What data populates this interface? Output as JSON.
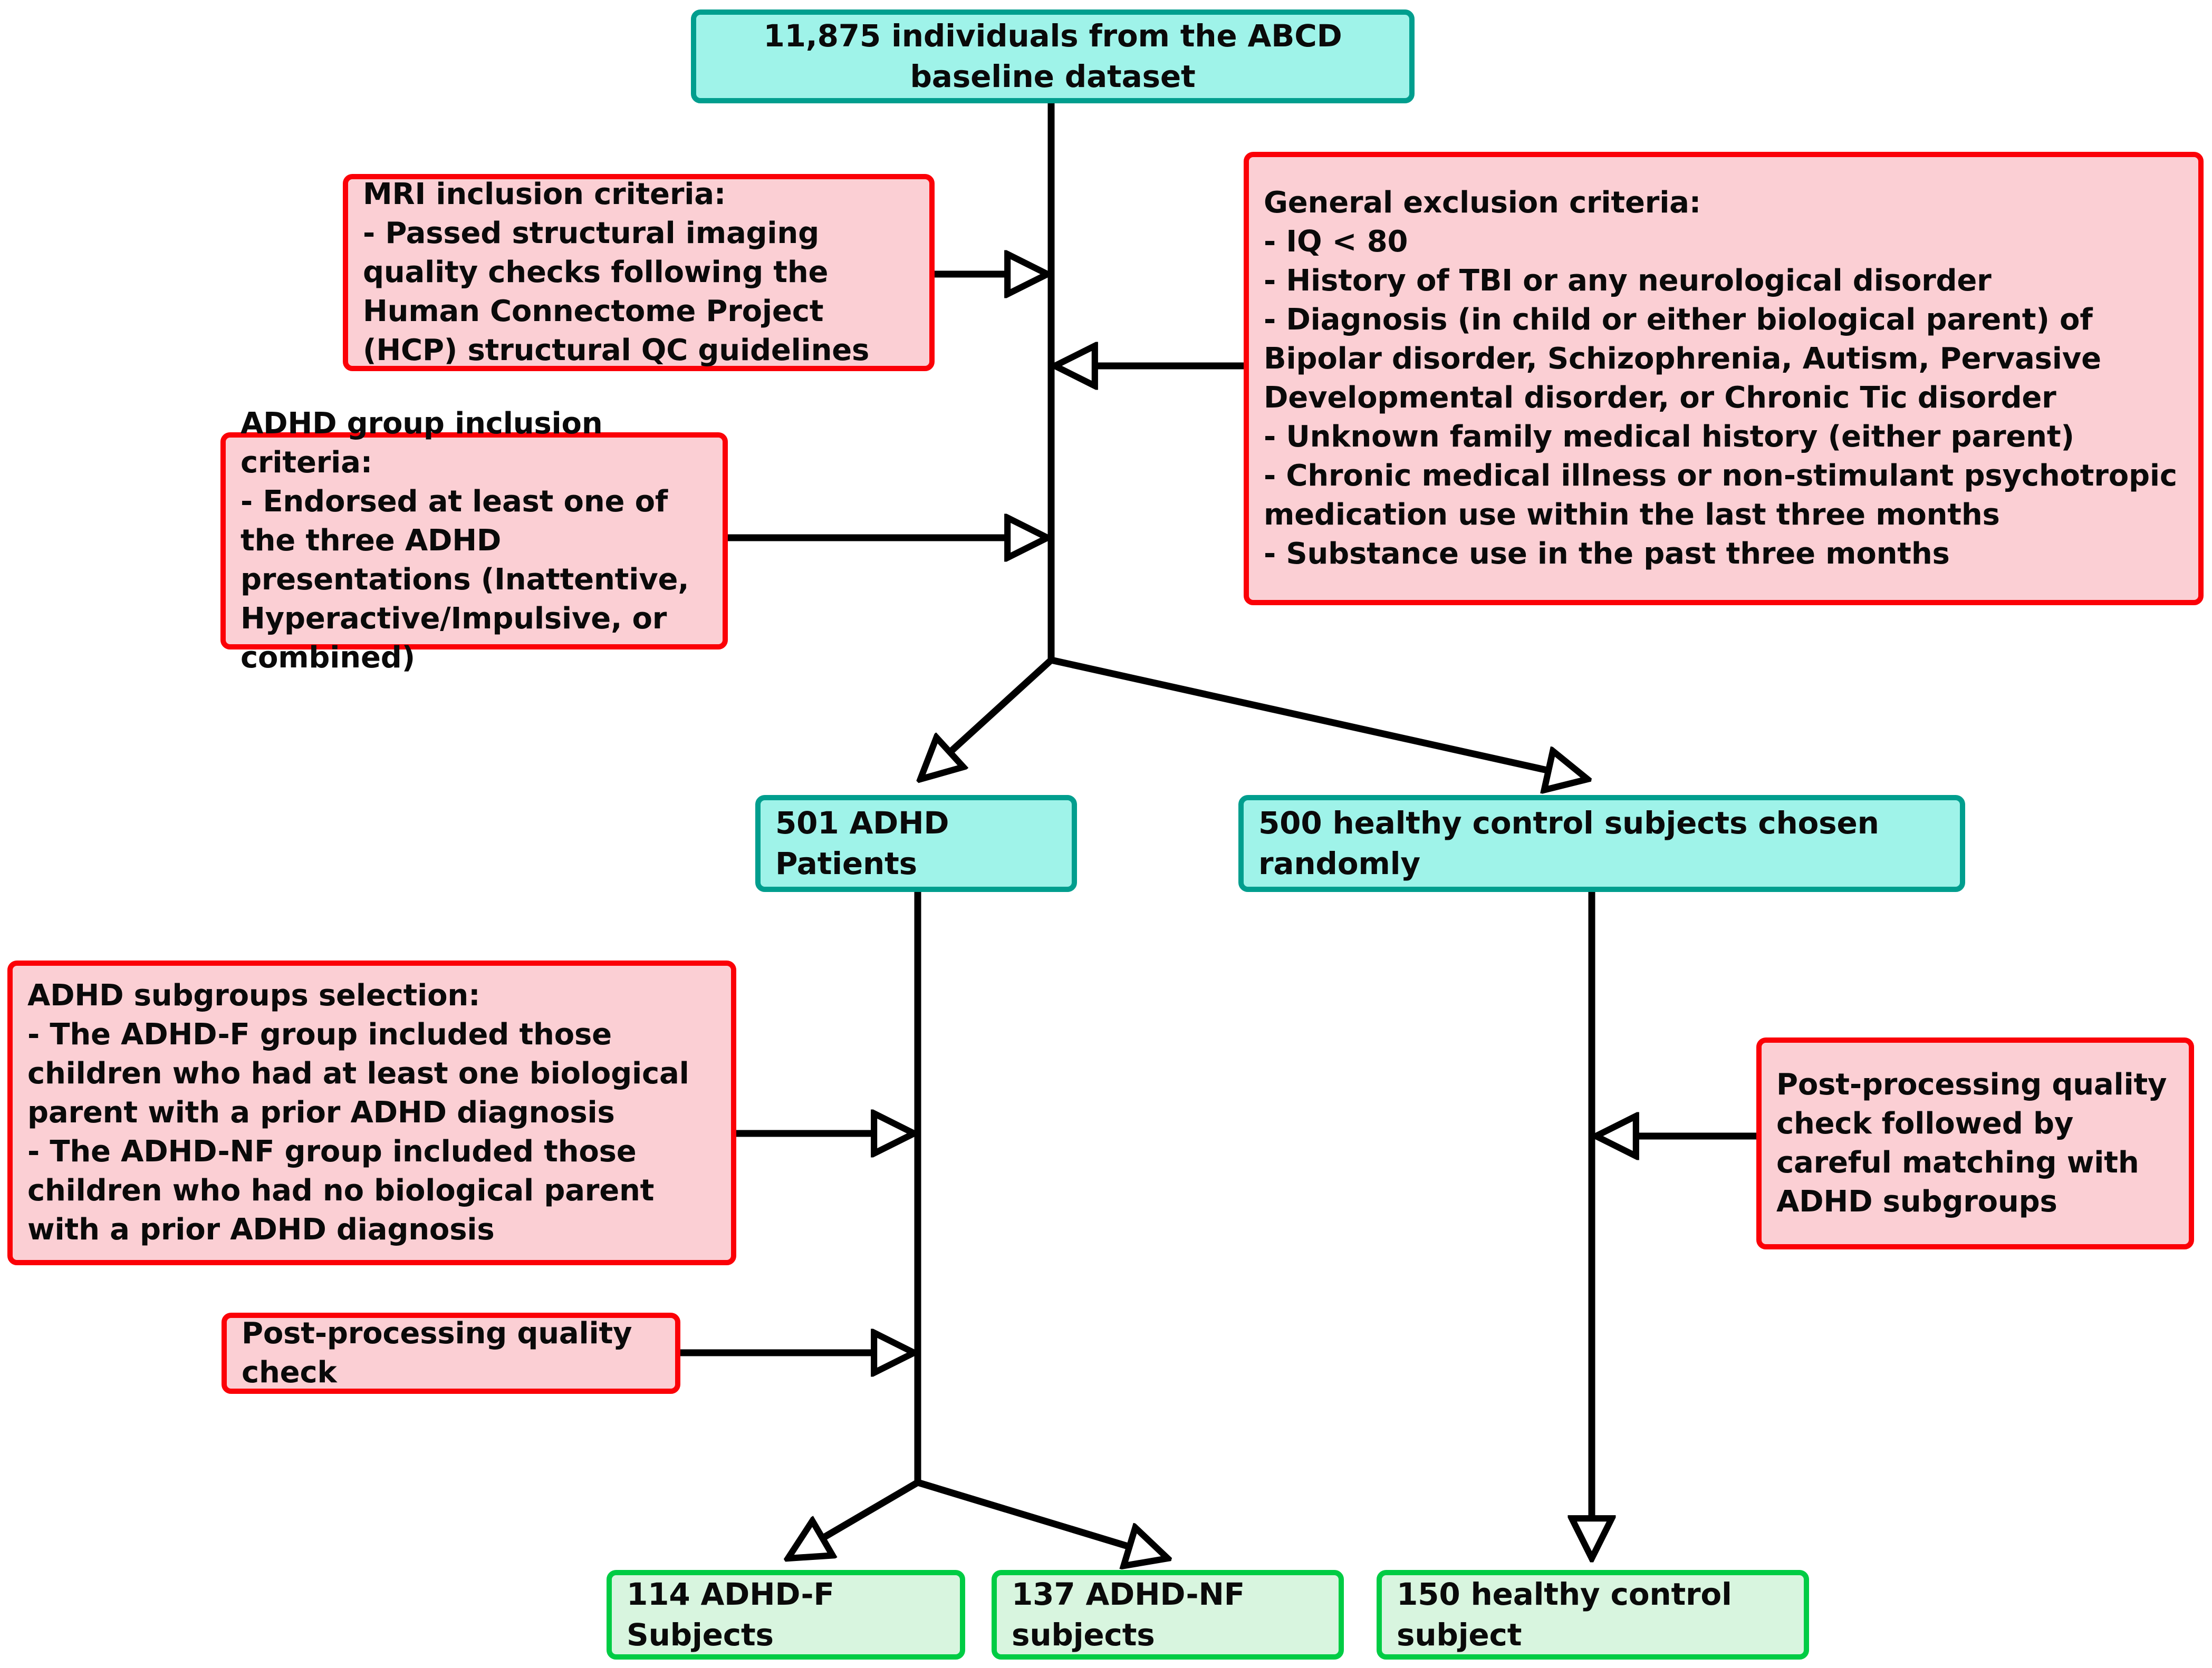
{
  "diagram": {
    "title": "ABCD ADHD participant selection flowchart",
    "colors": {
      "teal_fill": "#9FF3E9",
      "teal_border": "#009E8E",
      "pink_fill": "#FBCFD4",
      "pink_border": "#FB0007",
      "green_fill": "#D8F5DF",
      "green_border": "#00CC44",
      "edge": "#000000"
    },
    "nodes": {
      "total_dataset": "11,875 individuals from the ABCD baseline dataset",
      "mri_inclusion": "MRI inclusion criteria:\n- Passed structural imaging quality checks following the Human Connectome Project (HCP) structural QC guidelines",
      "general_exclusion": "General exclusion criteria:\n- IQ < 80\n- History of TBI or any neurological disorder\n- Diagnosis (in child or either biological parent) of Bipolar disorder, Schizophrenia, Autism, Pervasive Developmental disorder, or Chronic Tic disorder\n- Unknown family medical history (either parent)\n- Chronic medical illness or non-stimulant psychotropic medication use within the last three months\n- Substance use in the past three months",
      "adhd_inclusion": "ADHD group inclusion criteria:\n- Endorsed at least one of the three ADHD presentations (Inattentive, Hyperactive/Impulsive, or combined)",
      "adhd_patients": "501 ADHD Patients",
      "healthy_controls": "500 healthy control subjects chosen randomly",
      "adhd_subgroups": "ADHD subgroups selection:\n- The ADHD-F group included those children who had at least one biological parent with a prior ADHD diagnosis\n- The ADHD-NF group included those children who had no biological parent with a prior ADHD diagnosis",
      "post_processing_matching": "Post-processing quality check followed by careful matching with ADHD subgroups",
      "post_processing_qc": "Post-processing quality check",
      "adhd_f_subjects": "114 ADHD-F Subjects",
      "adhd_nf_subjects": "137 ADHD-NF subjects",
      "healthy_control_final": "150 healthy control subject"
    }
  }
}
